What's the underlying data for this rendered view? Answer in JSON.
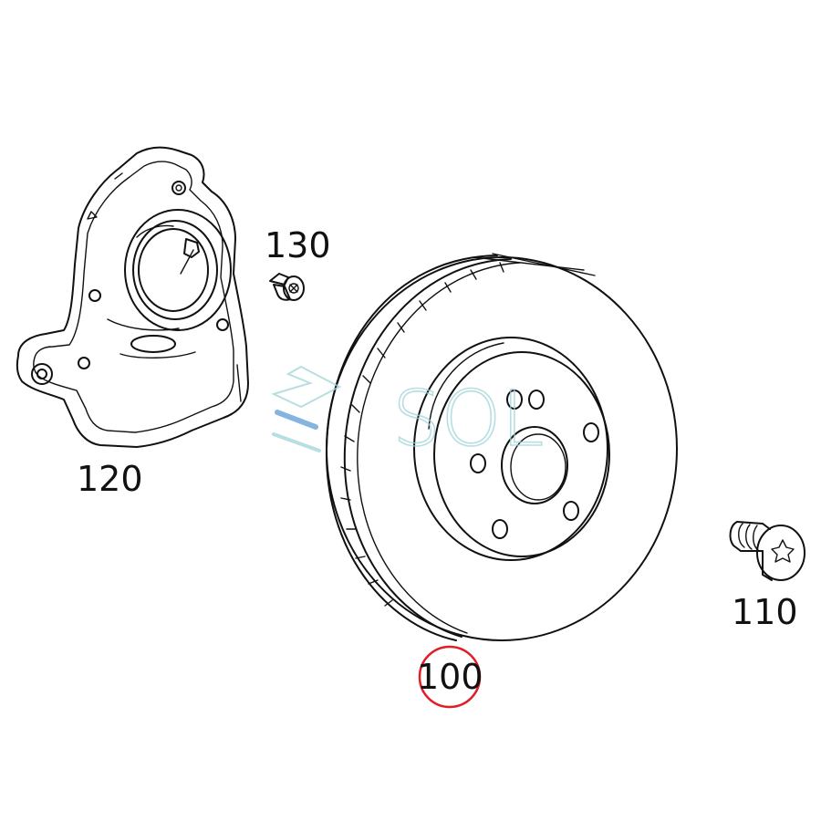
{
  "labels": {
    "disc": "100",
    "screw": "110",
    "shield": "120",
    "bolt": "130"
  },
  "highlight": {
    "target": "100",
    "color": "#e01e25"
  },
  "watermark": {
    "text": "SOL",
    "color": "#9fd3d8",
    "accent_color": "#5b9bd5"
  },
  "line_color": "#111111"
}
